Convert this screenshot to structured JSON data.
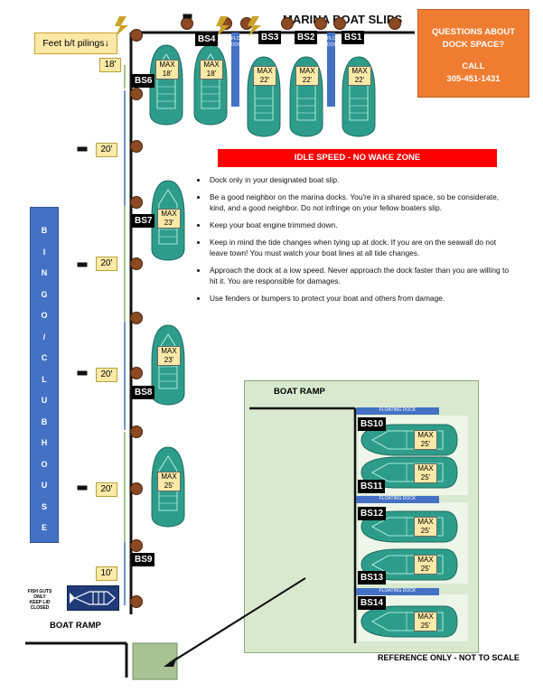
{
  "header": {
    "title": "MARINA BOAT SLIPS",
    "feet_between_pilings": "Feet b/t pilings↓"
  },
  "contact": {
    "line1": "QUESTIONS ABOUT",
    "line2": "DOCK SPACE?",
    "call_label": "CALL",
    "phone": "305-451-1431",
    "color": "#ef7d31"
  },
  "slips_top": [
    {
      "id": "BS4",
      "max": "MAX",
      "len": "18'"
    },
    {
      "id": "BS3",
      "max": "MAX",
      "len": "22'"
    },
    {
      "id": "BS2",
      "max": "MAX",
      "len": "22'"
    },
    {
      "id": "BS1",
      "max": "MAX",
      "len": "22'"
    },
    {
      "id": "BS6",
      "max": "MAX",
      "len": "18'"
    }
  ],
  "slips_left": [
    {
      "id": "BS7",
      "max": "MAX",
      "len": "23'"
    },
    {
      "id": "BS8",
      "max": "MAX",
      "len": "23'"
    },
    {
      "id": "BS9",
      "max": "MAX",
      "len": "25'"
    }
  ],
  "slips_ramp": [
    {
      "id": "BS10",
      "max": "MAX",
      "len": "25'"
    },
    {
      "id": "BS11",
      "max": "MAX",
      "len": "25'"
    },
    {
      "id": "BS12",
      "max": "MAX",
      "len": "25'"
    },
    {
      "id": "BS13",
      "max": "MAX",
      "len": "25'"
    },
    {
      "id": "BS14",
      "max": "MAX",
      "len": "25'"
    }
  ],
  "floating_dock_vertical": "FLOATING DOCK",
  "floating_dock_horizontal": "FLOATING DOCK",
  "distances": [
    "18'",
    "20'",
    "20'",
    "20'",
    "20'",
    "10'"
  ],
  "idle_banner": "IDLE SPEED - NO WAKE ZONE",
  "rules": [
    "Dock only in your designated boat slip.",
    "Be a good neighbor on the marina docks. You're in a shared space, so be considerate, kind, and a good neighbor. Do not infringe on your fellow boaters slip.",
    "Keep your boat engine trimmed down.",
    "Keep in mind the tide changes when tying up at dock.  If you are on the seawall do not leave town!  You must watch your boat lines at all tide changes.",
    "Approach the dock at a low speed. Never approach the dock faster than you are willing to hit it. You are responsible for damages.",
    "Use fenders or bumpers to protect your boat and others from damage."
  ],
  "bingo_letters": [
    "B",
    "I",
    "N",
    "G",
    "O",
    "/",
    "C",
    "L",
    "U",
    "B",
    "H",
    "O",
    "U",
    "S",
    "E"
  ],
  "boat_ramp_label": "BOAT RAMP",
  "boat_ramp_label2": "BOAT RAMP",
  "fish_sign": [
    "FISH GUTS",
    "ONLY",
    "KEEP LID",
    "CLOSED"
  ],
  "reference_note": "REFERENCE ONLY - NOT TO SCALE",
  "colors": {
    "boat": "#2e9c8b",
    "pile": "#8b4a24",
    "dock_blue": "#4471c4",
    "idle_red": "#ff0000",
    "ramp_green": "#d9e9cf"
  }
}
